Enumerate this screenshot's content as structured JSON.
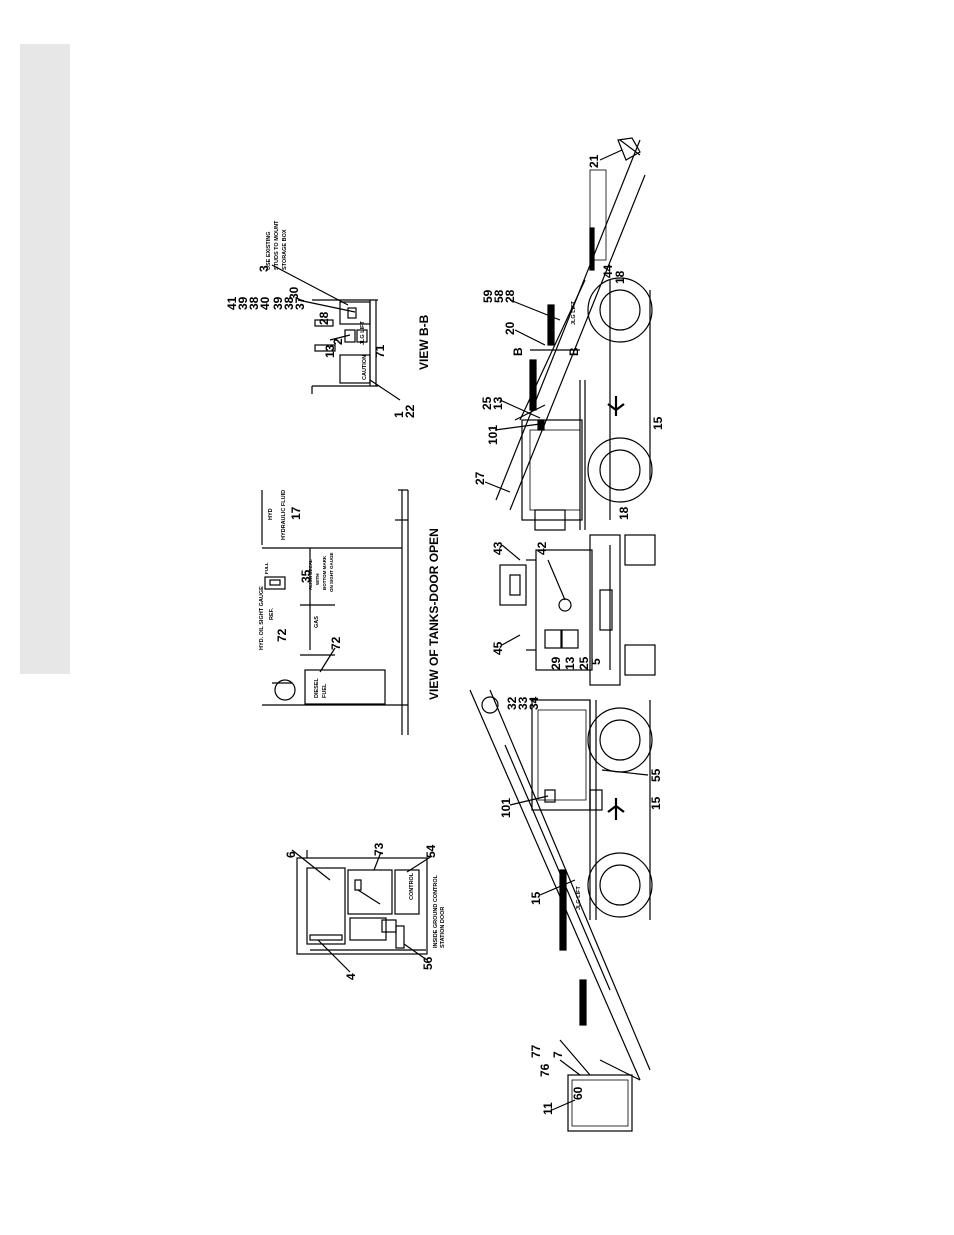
{
  "views": {
    "ground_control": {
      "title_line1": "INSIDE GROUND CONTROL",
      "title_line2": "STATION DOOR",
      "callouts": [
        "6",
        "73",
        "54",
        "4",
        "56"
      ]
    },
    "tanks": {
      "title": "VIEW OF TANKS-DOOR OPEN",
      "labels": {
        "hyd": "HYD",
        "hydraulic_fluid": "HYDRAULIC FLUID",
        "sight_gauge": "HYD. OIL SIGHT GAUGE",
        "ref": "REF.",
        "full": "FULL",
        "gas": "GAS",
        "diesel": "DIESEL",
        "fuel": "FUEL",
        "align_line1": "ALIGN DECAL",
        "align_line2": "WITH",
        "align_line3": "BOTTOM MARK",
        "align_line4": "ON SIGHT GAUGE"
      },
      "callouts": [
        "17",
        "35",
        "72",
        "72"
      ]
    },
    "view_bb": {
      "title": "VIEW B-B",
      "note_line1": "USE EXISTING",
      "note_line2": "STUDS TO MOUNT",
      "note_line3": "STORAGE BOX",
      "callouts": [
        "41",
        "39",
        "38",
        "40",
        "39",
        "38",
        "37",
        "3",
        "30",
        "28",
        "2",
        "13",
        "71",
        "1",
        "22"
      ]
    },
    "machine": {
      "section_marker": "B",
      "logo": "JLG LIFT",
      "callouts_right": [
        "21",
        "59",
        "58",
        "28",
        "20",
        "44",
        "18",
        "25",
        "13",
        "101",
        "15",
        "27",
        "18"
      ],
      "callouts_center": [
        "43",
        "42",
        "45",
        "29",
        "13",
        "25",
        "5"
      ],
      "callouts_left": [
        "32",
        "33",
        "34",
        "55",
        "15",
        "101",
        "15",
        "11",
        "60",
        "76",
        "77",
        "7"
      ]
    }
  }
}
